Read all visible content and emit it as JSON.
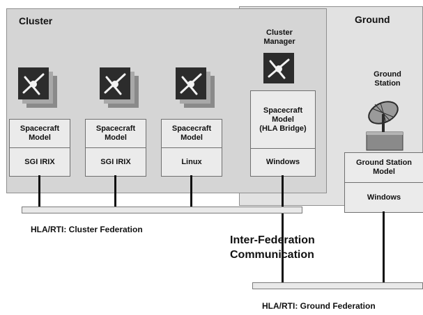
{
  "regions": {
    "cluster_label": "Cluster",
    "ground_label": "Ground"
  },
  "nodes": [
    {
      "model": "Spacecraft\nModel",
      "platform": "SGI IRIX"
    },
    {
      "model": "Spacecraft\nModel",
      "platform": "SGI IRIX"
    },
    {
      "model": "Spacecraft\nModel",
      "platform": "Linux"
    },
    {
      "model": "Spacecraft\nModel\n(HLA Bridge)",
      "platform": "Windows"
    }
  ],
  "cluster_manager_label": "Cluster\nManager",
  "ground_station": {
    "label": "Ground\nStation",
    "model": "Ground Station\nModel",
    "platform": "Windows"
  },
  "captions": {
    "cluster_federation": "HLA/RTI: Cluster Federation",
    "inter_federation": "Inter-Federation\nCommunication",
    "ground_federation": "HLA/RTI: Ground Federation"
  },
  "icons": {
    "spacecraft": "spacecraft-icon",
    "dish": "satellite-dish-icon"
  },
  "colors": {
    "cluster_bg": "#d5d5d5",
    "ground_bg": "#e2e2e2",
    "box_bg": "#ebebeb"
  }
}
